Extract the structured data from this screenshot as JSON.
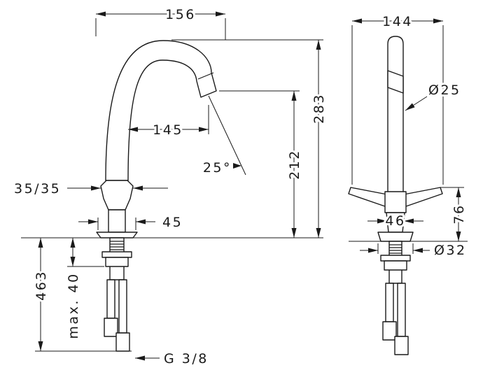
{
  "drawing": {
    "background": "#ffffff",
    "line_color": "#1a1a1a",
    "front_view": {
      "spout_reach_top": "156",
      "spout_reach": "145",
      "total_height": "283",
      "outlet_height": "212",
      "spray_angle": "25°",
      "handle_width": "35/35",
      "base_width": "45",
      "hose_length": "463",
      "max_mounting_thickness": "max. 40",
      "connection_thread": "G 3/8"
    },
    "side_view": {
      "overall_width": "144",
      "spout_diameter": "Ø25",
      "body_width": "46",
      "handle_height": "76",
      "base_diameter": "Ø32"
    }
  }
}
